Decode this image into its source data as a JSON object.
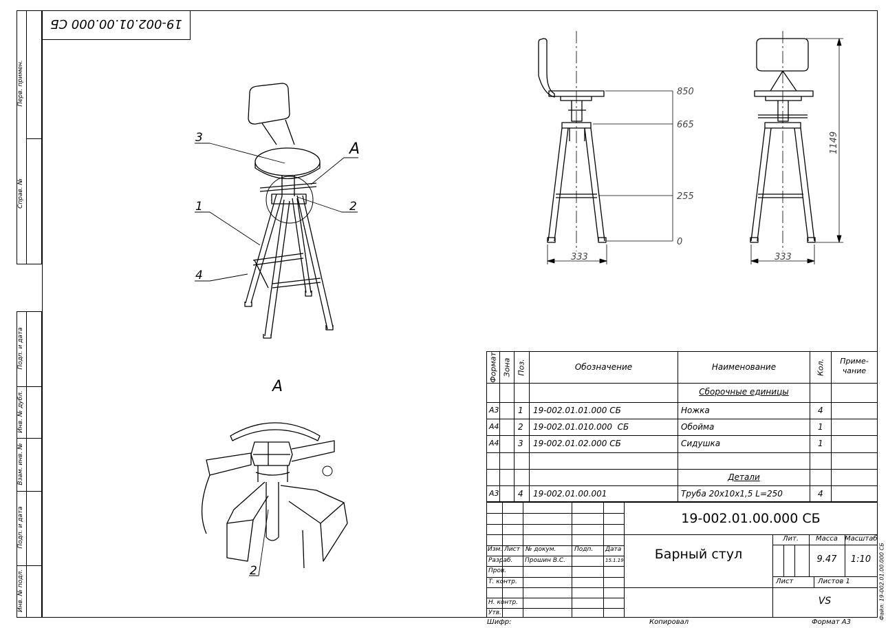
{
  "drawing": {
    "designation": "19-002.01.00.000 СБ",
    "name": "Барный стул",
    "mass": "9.47",
    "scale": "1:10",
    "sheet_label": "Лист",
    "sheets_label": "Листов 1",
    "company": "VS",
    "format_label": "Формат А3",
    "copied_label": "Копировал",
    "cipher_label": "Шифр:",
    "file_label": "Файл: 19-002.01.00.000 СБ"
  },
  "side_strip": {
    "labels": [
      "Перв. примен.",
      "Справ. №",
      "Подп. и дата",
      "Инв. № дубл.",
      "Взам. инв. №",
      "Подп. и дата",
      "Инв. № подл."
    ]
  },
  "views": {
    "iso_callouts": [
      "3",
      "1",
      "4",
      "A",
      "2"
    ],
    "detail_title": "А",
    "detail_callout": "2",
    "dims": {
      "h850": "850",
      "h665": "665",
      "h255": "255",
      "h0": "0",
      "w_front": "333",
      "w_side": "333",
      "total_height": "1149"
    }
  },
  "spec": {
    "headers": {
      "format": "Формат",
      "zone": "Зона",
      "pos": "Поз.",
      "designation": "Обозначение",
      "name": "Наименование",
      "qty": "Кол.",
      "note": "Приме-\nчание"
    },
    "section_assemblies": "Сборочные единицы",
    "section_parts": "Детали",
    "rows": [
      {
        "format": "А3",
        "pos": "1",
        "designation": "19-002.01.01.000 СБ",
        "name": "Ножка",
        "qty": "4"
      },
      {
        "format": "А4",
        "pos": "2",
        "designation": "19-002.01.010.000  СБ",
        "name": "Обойма",
        "qty": "1"
      },
      {
        "format": "А4",
        "pos": "3",
        "designation": "19-002.01.02.000 СБ",
        "name": "Сидушка",
        "qty": "1"
      },
      {
        "format": "А3",
        "pos": "4",
        "designation": "19-002.01.00.001",
        "name": "Труба 20х10х1,5 L=250",
        "qty": "4"
      }
    ]
  },
  "stamp": {
    "headers": {
      "izm": "Изм.",
      "list": "Лист",
      "doc": "№ докум.",
      "sign": "Подп.",
      "date": "Дата"
    },
    "roles": [
      "Разраб.",
      "Пров.",
      "Т. контр.",
      "",
      "Н. контр.",
      "Утв."
    ],
    "developer": "Прошин В.С.",
    "dev_date": "15.1.19",
    "lit_label": "Лит.",
    "mass_label": "Масса",
    "scale_label": "Масштаб"
  }
}
